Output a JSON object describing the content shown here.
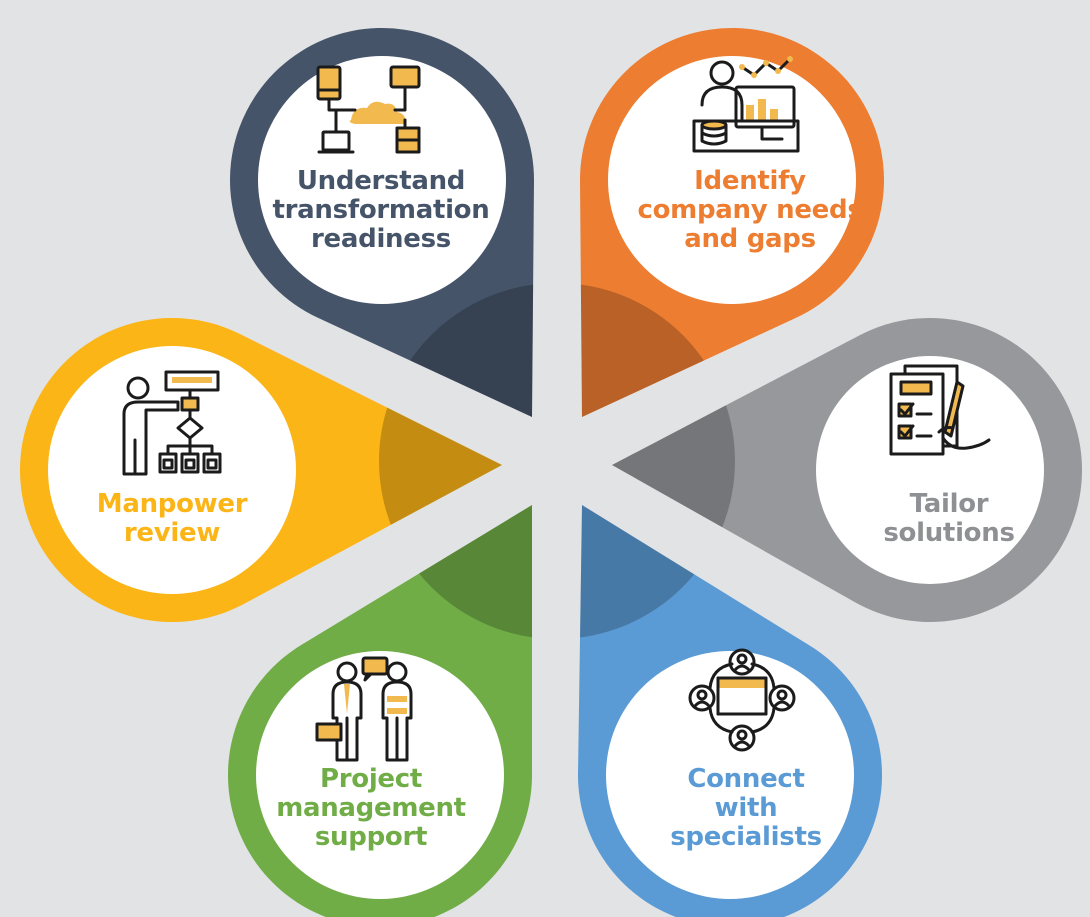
{
  "colors": {
    "background": "#e2e3e5",
    "understand": "#46546a",
    "identify": "#ed7d31",
    "tailor": "#97989b",
    "connect": "#5b9bd5",
    "project": "#70ad47",
    "manpower": "#fbb517",
    "icon_stroke": "#1b1b1b",
    "icon_fill": "#f2b94f"
  },
  "petals": [
    {
      "id": "understand",
      "icon": "cloud-network-icon",
      "lines": [
        "Understand",
        "transformation",
        "readiness"
      ]
    },
    {
      "id": "identify",
      "icon": "analytics-dashboard-icon",
      "lines": [
        "Identify",
        "company needs",
        "and gaps"
      ]
    },
    {
      "id": "tailor",
      "icon": "checklist-signing-icon",
      "lines": [
        "Tailor",
        "solutions"
      ]
    },
    {
      "id": "connect",
      "icon": "people-network-icon",
      "lines": [
        "Connect",
        "with",
        "specialists"
      ]
    },
    {
      "id": "project",
      "icon": "business-meeting-icon",
      "lines": [
        "Project",
        "management",
        "support"
      ]
    },
    {
      "id": "manpower",
      "icon": "org-chart-presenter-icon",
      "lines": [
        "Manpower",
        "review"
      ]
    }
  ]
}
